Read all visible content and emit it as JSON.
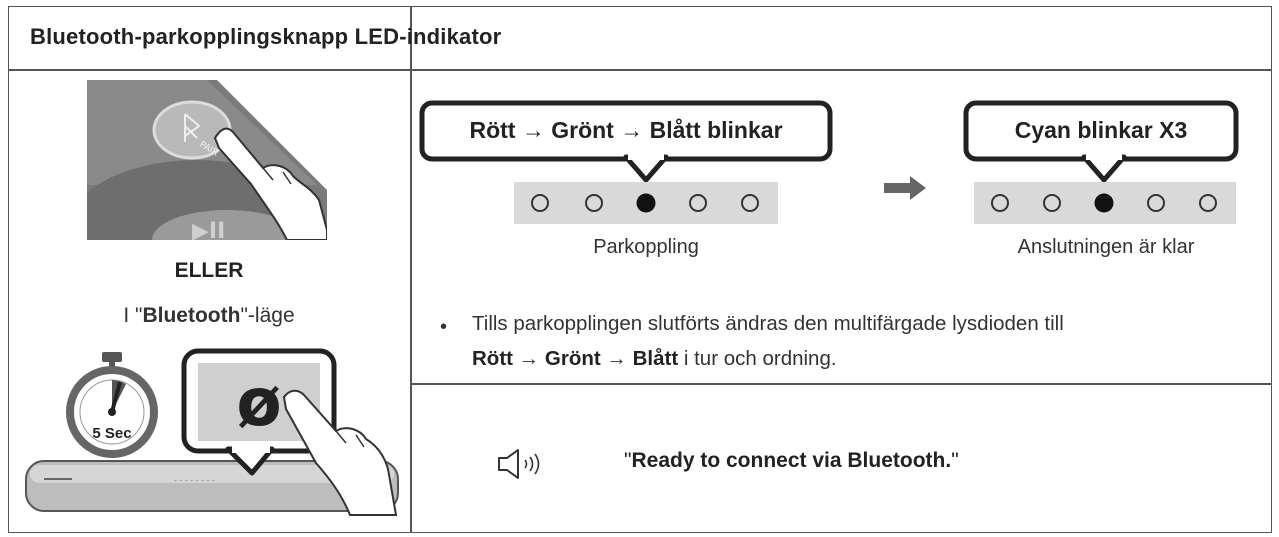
{
  "header": {
    "title": "Bluetooth-parkopplingsknapp LED-indikator"
  },
  "left": {
    "button_label": "PAIR",
    "or_text": "ELLER",
    "mode_prefix": "I \"",
    "mode_bold": "Bluetooth",
    "mode_suffix": "\"-läge",
    "timer_text": "5 Sec"
  },
  "sequence": {
    "step1": {
      "callout": "Rött → Grönt → Blått blinkar",
      "caption": "Parkoppling"
    },
    "step2": {
      "callout": "Cyan blinkar X3",
      "caption": "Anslutningen är klar"
    }
  },
  "note": {
    "line1": "Tills parkopplingen slutförts ändras den multifärgade lysdioden till",
    "c1": "Rött",
    "arrow": "→",
    "c2": "Grönt",
    "c3": "Blått",
    "tail": " i tur och ordning."
  },
  "voice": {
    "open_quote": "\"",
    "text": "Ready to connect via Bluetooth.",
    "close_quote": "\""
  }
}
